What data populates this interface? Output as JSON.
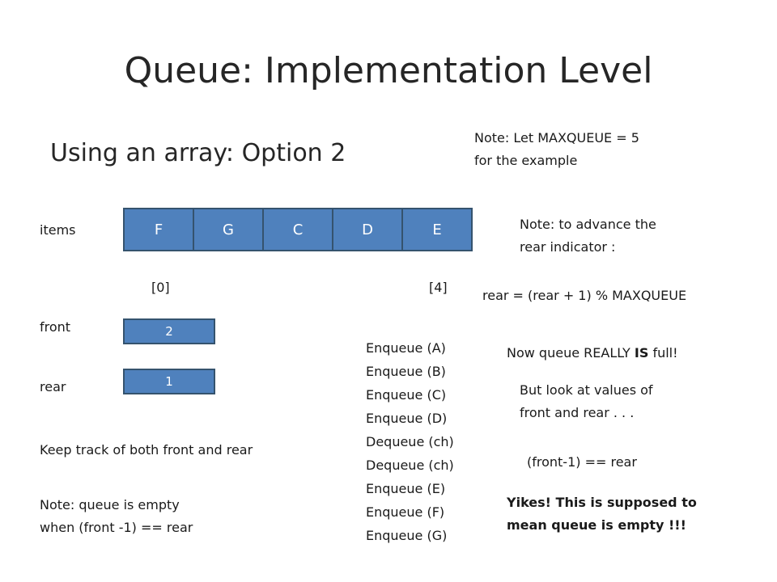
{
  "title": "Queue:  Implementation Level",
  "subtitle": "Using an array:  Option 2",
  "note_maxqueue": [
    "Note:  Let  MAXQUEUE = 5",
    "for the example"
  ],
  "note_advance": [
    "Note:  to advance the",
    "rear indicator :"
  ],
  "formula": "rear = (rear + 1) % MAXQUEUE",
  "items_label": "items",
  "items": [
    "F",
    "G",
    "C",
    "D",
    "E"
  ],
  "index_first": "[0]",
  "index_last": "[4]",
  "front_label": "front",
  "front_value": "2",
  "rear_label": "rear",
  "rear_value": "1",
  "keep_track": "Keep track of both front and rear",
  "empty_note": [
    "Note:  queue is empty",
    "when  (front -1) == rear"
  ],
  "operations": [
    "Enqueue (A)",
    "Enqueue (B)",
    "Enqueue (C)",
    "Enqueue (D)",
    "Dequeue (ch)",
    "Dequeue (ch)",
    "Enqueue (E)",
    "Enqueue (F)",
    "Enqueue (G)"
  ],
  "full_note": {
    "before": "Now queue REALLY ",
    "bold": "IS",
    "after": " full!"
  },
  "look_note": [
    "But look at values of",
    "front and rear . . ."
  ],
  "condition": "(front-1) == rear",
  "yikes": [
    "Yikes!  This is supposed to",
    "mean queue is empty !!!"
  ]
}
